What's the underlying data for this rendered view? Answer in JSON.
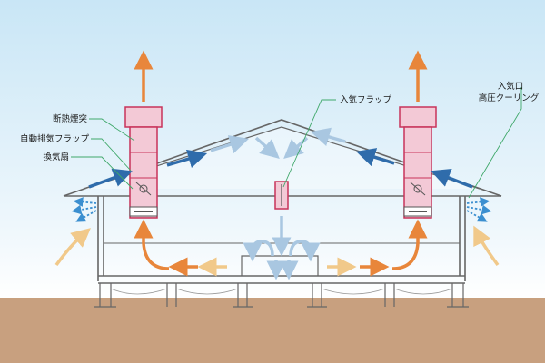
{
  "labels": {
    "chimney": "断熱煙突",
    "auto_flap": "自動排気フラップ",
    "fan": "換気扇",
    "inlet_flap": "入気フラップ",
    "inlet": "入気口",
    "cooling": "高圧クーリング"
  },
  "colors": {
    "sky_top": "#c9e6f6",
    "sky_bottom": "#ffffff",
    "ground": "#c8a07f",
    "chimney_pink": "#f3c9d6",
    "chimney_outline": "#c8335a",
    "exhaust_orange": "#e8863b",
    "warm_pale": "#f1c98a",
    "airflow_blue": "#2f6cab",
    "airflow_pale_blue": "#a9c7e1",
    "mist_blue": "#3b8fd0",
    "leader_green": "#3fa86a"
  }
}
